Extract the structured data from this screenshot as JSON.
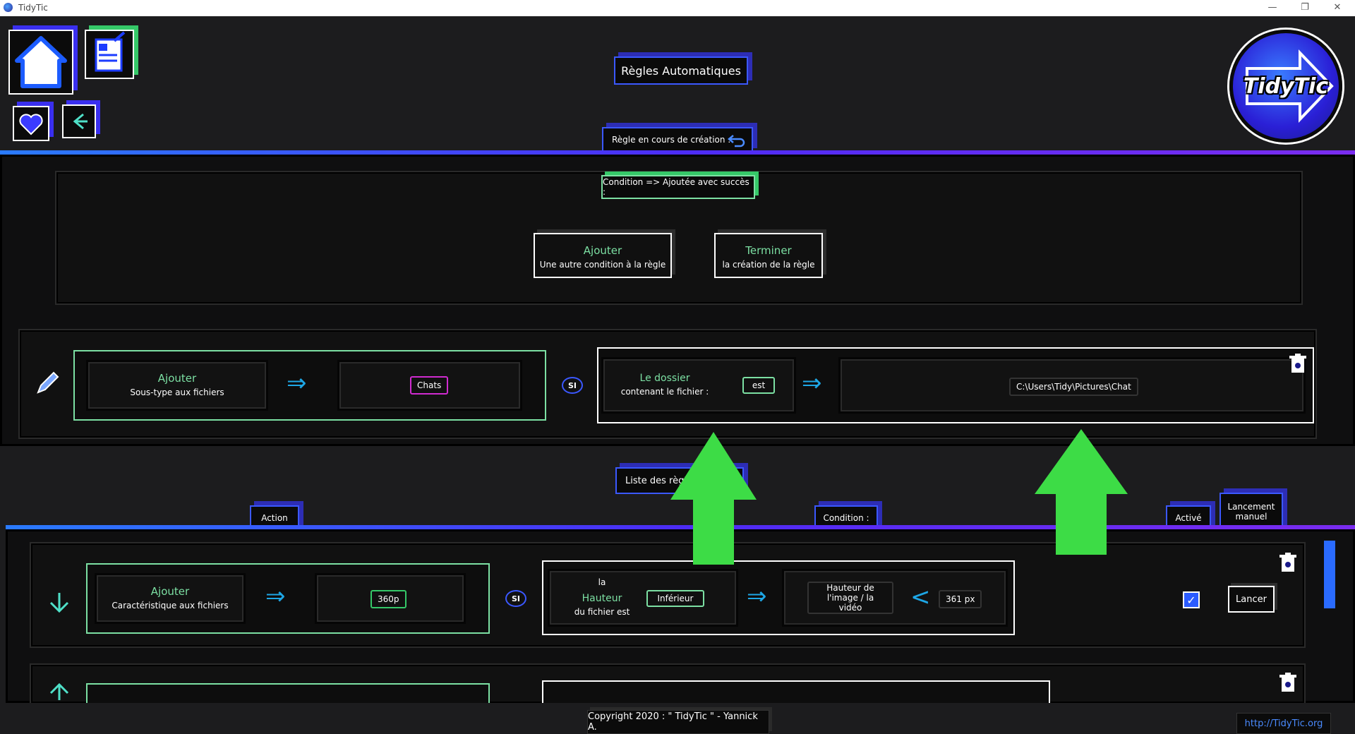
{
  "window": {
    "title": "TidyTic",
    "controls": [
      "—",
      "❐",
      "✕"
    ]
  },
  "nav": {
    "home_icon": "home-icon",
    "editor_icon": "edit-document-icon",
    "favorites_icon": "heart-icon",
    "back_icon": "back-arrow-icon"
  },
  "logo": {
    "text": "TidyTic"
  },
  "header": {
    "title": "Règles Automatiques"
  },
  "creation": {
    "section_label": "Règle en cours de création :",
    "status_label": "Condition => Ajoutée avec succès :",
    "add_button": {
      "title": "Ajouter",
      "subtitle": "Une autre condition à la règle"
    },
    "finish_button": {
      "title": "Terminer",
      "subtitle": "la création de la règle"
    },
    "current_rule": {
      "action_title": "Ajouter",
      "action_subtitle": "Sous-type aux fichiers",
      "action_value": "Chats",
      "si_label": "SI",
      "condition_title": "Le dossier",
      "condition_subtitle": "contenant le fichier :",
      "operator": "est",
      "condition_value": "C:\\Users\\Tidy\\Pictures\\Chat"
    }
  },
  "rules_list": {
    "section_label": "Liste des règles",
    "col_action": "Action",
    "col_condition": "Condition :",
    "col_active": "Activé",
    "col_manual": "Lancement manuel",
    "rows": [
      {
        "action_title": "Ajouter",
        "action_subtitle": "Caractéristique aux fichiers",
        "action_value": "360p",
        "si_label": "SI",
        "cond_prefix": "la",
        "cond_title": "Hauteur",
        "cond_suffix": "du fichier est",
        "operator": "Inférieur",
        "target_label": "Hauteur de l'image / la vidéo",
        "comparator": "<",
        "target_value": "361 px",
        "active": true,
        "launch_label": "Lancer"
      }
    ]
  },
  "footer": {
    "copyright": "Copyright 2020 : \" TidyTic \" - Yannick A.",
    "link": "http://TidyTic.org"
  },
  "colors": {
    "accent_blue": "#3b58ff",
    "accent_purple": "#5a2cf0",
    "accent_green": "#35c868",
    "highlight_arrow": "#3ddc46",
    "text_green": "#7ce0a3"
  }
}
